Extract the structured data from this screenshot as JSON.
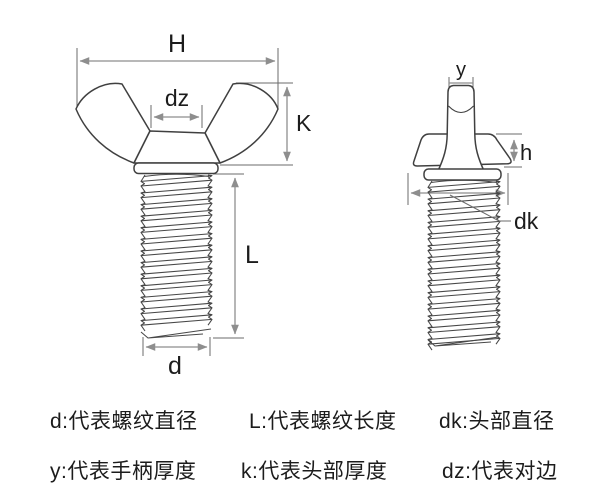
{
  "diagram": {
    "front_view": {
      "labels": {
        "H": "H",
        "dz": "dz",
        "K": "K",
        "L": "L",
        "d": "d"
      }
    },
    "side_view": {
      "labels": {
        "y": "y",
        "h": "h",
        "dk": "dk"
      }
    }
  },
  "legend": {
    "items": {
      "d": "d:代表螺纹直径",
      "L": "L:代表螺纹长度",
      "dk": "dk:头部直径",
      "y": "y:代表手柄厚度",
      "k": "k:代表头部厚度",
      "dz": "dz:代表对边"
    }
  },
  "colors": {
    "outline": "#404040",
    "dimension": "#8e8e8e",
    "label": "#1c1c1c",
    "background": "#ffffff"
  }
}
